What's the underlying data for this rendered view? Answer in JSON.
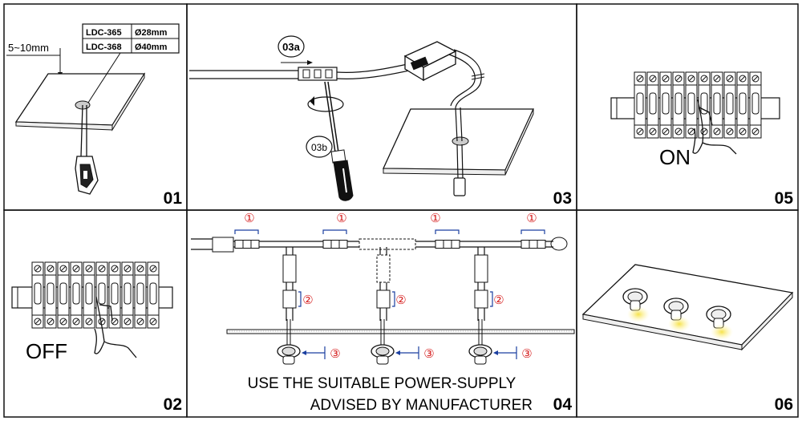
{
  "panels": {
    "p01": {
      "number": "01",
      "gap_label": "5~10mm",
      "spec_table": [
        {
          "model": "LDC-365",
          "hole": "Ø28mm"
        },
        {
          "model": "LDC-368",
          "hole": "Ø40mm"
        }
      ]
    },
    "p02": {
      "number": "02",
      "state": "OFF"
    },
    "p03": {
      "number": "03",
      "callout_a": "03a",
      "callout_b": "03b"
    },
    "p04": {
      "number": "04",
      "marker_1": "①",
      "marker_2": "②",
      "marker_3": "③",
      "notice_line1": "USE THE SUITABLE POWER-SUPPLY",
      "notice_line2": "ADVISED BY MANUFACTURER"
    },
    "p05": {
      "number": "05",
      "state": "ON"
    },
    "p06": {
      "number": "06"
    }
  },
  "colors": {
    "line": "#111111",
    "marker_red": "#d62020",
    "marker_blue": "#1b3fa0",
    "lamp_glow": "#f0dc50"
  }
}
